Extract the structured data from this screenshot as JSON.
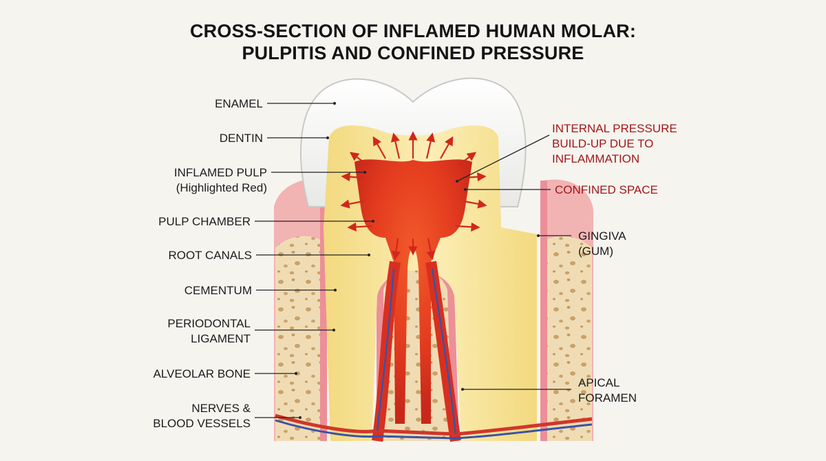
{
  "title": {
    "line1": "CROSS-SECTION OF INFLAMED HUMAN MOLAR:",
    "line2": "PULPITIS AND CONFINED PRESSURE"
  },
  "labels_left": {
    "enamel": "ENAMEL",
    "dentin": "DENTIN",
    "inflamed_pulp": "INFLAMED PULP",
    "inflamed_pulp_note": "(Highlighted Red)",
    "pulp_chamber": "PULP CHAMBER",
    "root_canals": "ROOT CANALS",
    "cementum": "CEMENTUM",
    "periodontal_1": "PERIODONTAL",
    "periodontal_2": "LIGAMENT",
    "alveolar_bone": "ALVEOLAR BONE",
    "nerves_1": "NERVES &",
    "nerves_2": "BLOOD VESSELS"
  },
  "labels_right": {
    "pressure_1": "INTERNAL PRESSURE",
    "pressure_2": "BUILD-UP DUE TO",
    "pressure_3": "INFLAMMATION",
    "confined": "CONFINED SPACE",
    "gingiva_1": "GINGIVA",
    "gingiva_2": "(GUM)",
    "apical_1": "APICAL",
    "apical_2": "FORAMEN"
  },
  "colors": {
    "enamel": "#fbfbfa",
    "dentin": "#f7e39a",
    "pulp": "#e5391f",
    "gingiva": "#f2b3b3",
    "bone": "#f0dcb4",
    "accent_red": "#a01818",
    "leader": "#222222"
  }
}
